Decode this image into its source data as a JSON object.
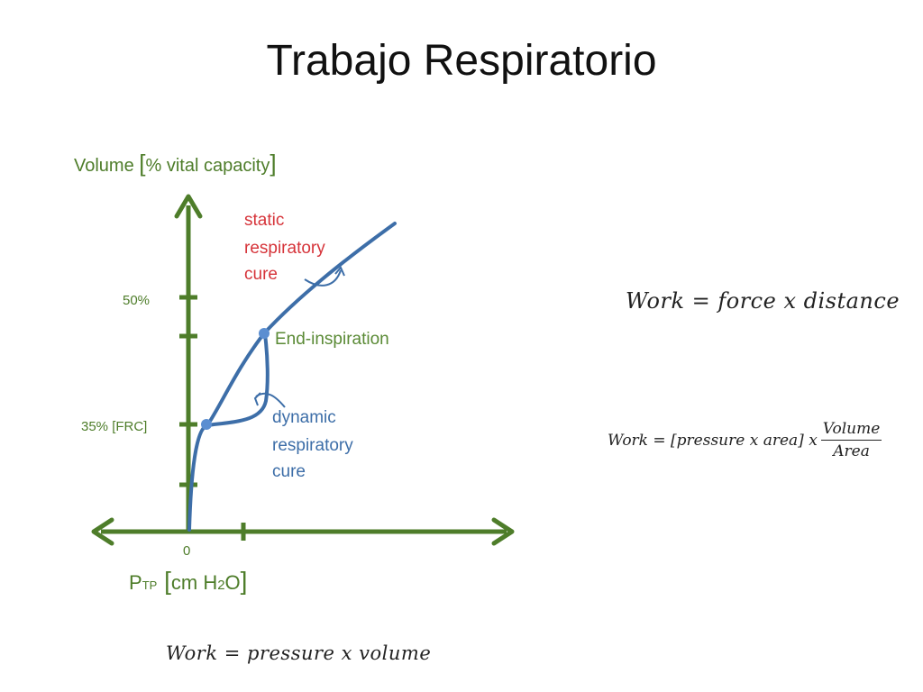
{
  "title": "Trabajo Respiratorio",
  "diagram": {
    "y_axis_label": {
      "main": "Volume ",
      "bl": "[",
      "inner": "% vital capacity",
      "br": "]"
    },
    "y_ticks": {
      "t50": "50%",
      "t35": "35% [FRC]"
    },
    "x_zero": "0",
    "x_axis_label": {
      "p": "P",
      "sub": "TP",
      "bl": " [",
      "inner": "cm H",
      "two": "2",
      "tail": "O",
      "br": "]"
    },
    "static_label": [
      "static",
      "respiratory",
      "cure"
    ],
    "dynamic_label": [
      "dynamic",
      "respiratory",
      "cure"
    ],
    "end_inspiration": "End-inspiration",
    "colors": {
      "axis": "#4e7d2a",
      "curve": "#3d6ea8",
      "static": "#d6343a",
      "end_insp": "#5a8a35",
      "dynamic": "#3d6ea8"
    }
  },
  "equations": {
    "force": "Work = force x distance",
    "area_left": "Work = [pressure x area] x",
    "area_num": "Volume",
    "area_den": "Area",
    "pv": "Work = pressure x volume"
  }
}
